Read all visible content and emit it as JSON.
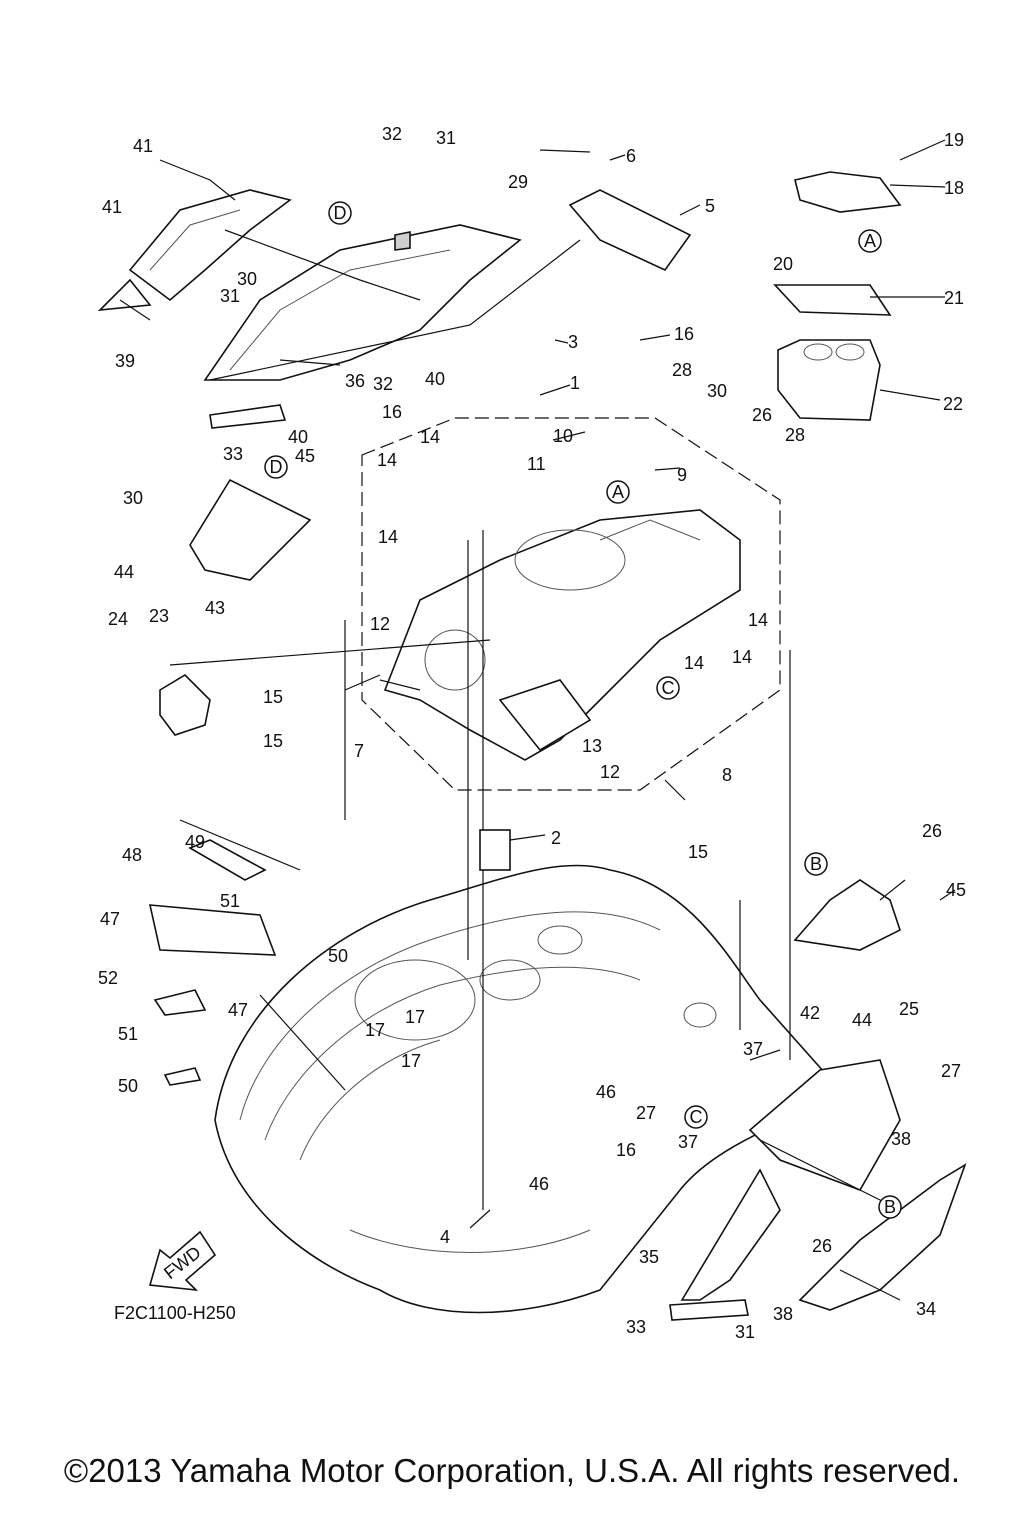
{
  "callouts": [
    {
      "id": "c41a",
      "text": "41"
    },
    {
      "id": "c32a",
      "text": "32"
    },
    {
      "id": "c31a",
      "text": "31"
    },
    {
      "id": "c6",
      "text": "6"
    },
    {
      "id": "c19",
      "text": "19"
    },
    {
      "id": "c18",
      "text": "18"
    },
    {
      "id": "c29",
      "text": "29"
    },
    {
      "id": "c5",
      "text": "5"
    },
    {
      "id": "c41b",
      "text": "41"
    },
    {
      "id": "c30a",
      "text": "30"
    },
    {
      "id": "c31b",
      "text": "31"
    },
    {
      "id": "c20",
      "text": "20"
    },
    {
      "id": "c21",
      "text": "21"
    },
    {
      "id": "c39",
      "text": "39"
    },
    {
      "id": "c3",
      "text": "3"
    },
    {
      "id": "c16a",
      "text": "16"
    },
    {
      "id": "c40a",
      "text": "40"
    },
    {
      "id": "c32b",
      "text": "32"
    },
    {
      "id": "c36",
      "text": "36"
    },
    {
      "id": "c1",
      "text": "1"
    },
    {
      "id": "c28a",
      "text": "28"
    },
    {
      "id": "c30b",
      "text": "30"
    },
    {
      "id": "c22",
      "text": "22"
    },
    {
      "id": "c16b",
      "text": "16"
    },
    {
      "id": "c40b",
      "text": "40"
    },
    {
      "id": "c26a",
      "text": "26"
    },
    {
      "id": "c28b",
      "text": "28"
    },
    {
      "id": "c33a",
      "text": "33"
    },
    {
      "id": "c45a",
      "text": "45"
    },
    {
      "id": "c14a",
      "text": "14"
    },
    {
      "id": "c14b",
      "text": "14"
    },
    {
      "id": "c10",
      "text": "10"
    },
    {
      "id": "c11",
      "text": "11"
    },
    {
      "id": "c9",
      "text": "9"
    },
    {
      "id": "c30c",
      "text": "30"
    },
    {
      "id": "c14c",
      "text": "14"
    },
    {
      "id": "c44a",
      "text": "44"
    },
    {
      "id": "c43",
      "text": "43"
    },
    {
      "id": "c12a",
      "text": "12"
    },
    {
      "id": "c24",
      "text": "24"
    },
    {
      "id": "c23",
      "text": "23"
    },
    {
      "id": "c14d",
      "text": "14"
    },
    {
      "id": "c14e",
      "text": "14"
    },
    {
      "id": "c14f",
      "text": "14"
    },
    {
      "id": "c15a",
      "text": "15"
    },
    {
      "id": "c15b",
      "text": "15"
    },
    {
      "id": "c7",
      "text": "7"
    },
    {
      "id": "c13",
      "text": "13"
    },
    {
      "id": "c12b",
      "text": "12"
    },
    {
      "id": "c8",
      "text": "8"
    },
    {
      "id": "c2",
      "text": "2"
    },
    {
      "id": "c15c",
      "text": "15"
    },
    {
      "id": "c49",
      "text": "49"
    },
    {
      "id": "c48",
      "text": "48"
    },
    {
      "id": "c26b",
      "text": "26"
    },
    {
      "id": "c45b",
      "text": "45"
    },
    {
      "id": "c51a",
      "text": "51"
    },
    {
      "id": "c47a",
      "text": "47"
    },
    {
      "id": "c50a",
      "text": "50"
    },
    {
      "id": "c52",
      "text": "52"
    },
    {
      "id": "c47b",
      "text": "47"
    },
    {
      "id": "c42",
      "text": "42"
    },
    {
      "id": "c44b",
      "text": "44"
    },
    {
      "id": "c25",
      "text": "25"
    },
    {
      "id": "c17a",
      "text": "17"
    },
    {
      "id": "c17b",
      "text": "17"
    },
    {
      "id": "c17c",
      "text": "17"
    },
    {
      "id": "c51b",
      "text": "51"
    },
    {
      "id": "c50b",
      "text": "50"
    },
    {
      "id": "c37a",
      "text": "37"
    },
    {
      "id": "c27a",
      "text": "27"
    },
    {
      "id": "c46a",
      "text": "46"
    },
    {
      "id": "c27b",
      "text": "27"
    },
    {
      "id": "c38a",
      "text": "38"
    },
    {
      "id": "c16c",
      "text": "16"
    },
    {
      "id": "c37b",
      "text": "37"
    },
    {
      "id": "c46b",
      "text": "46"
    },
    {
      "id": "c26c",
      "text": "26"
    },
    {
      "id": "c4",
      "text": "4"
    },
    {
      "id": "c35",
      "text": "35"
    },
    {
      "id": "c34",
      "text": "34"
    },
    {
      "id": "c31c",
      "text": "31"
    },
    {
      "id": "c38b",
      "text": "38"
    },
    {
      "id": "c33b",
      "text": "33"
    }
  ],
  "reference_marks": [
    {
      "id": "rA1",
      "text": "A"
    },
    {
      "id": "rA2",
      "text": "A"
    },
    {
      "id": "rD1",
      "text": "D"
    },
    {
      "id": "rD2",
      "text": "D"
    },
    {
      "id": "rC1",
      "text": "C"
    },
    {
      "id": "rC2",
      "text": "C"
    },
    {
      "id": "rB1",
      "text": "B"
    },
    {
      "id": "rB2",
      "text": "B"
    }
  ],
  "fwd_label": "FWD",
  "diagram_code": "F2C1100-H250",
  "copyright": "©2013 Yamaha Motor Corporation, U.S.A. All rights reserved."
}
